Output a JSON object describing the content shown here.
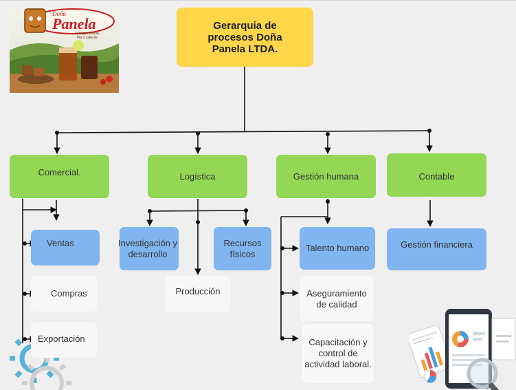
{
  "diagram": {
    "root": "Gerarquia de procesos Doña Panela LTDA.",
    "departments": {
      "comercial": "Comercial.",
      "logistica": "Logística",
      "gestion_humana": "Gestión humana",
      "contable": "Contable"
    },
    "comercial_children": {
      "ventas": "Ventas",
      "compras": "Compras",
      "exportacion": "Exportación"
    },
    "logistica_children": {
      "investigacion": "Investigación y desarrollo",
      "recursos": "Recursos físicos",
      "produccion": "Producción"
    },
    "gestion_humana_children": {
      "talento": "Talento humano",
      "aseguramiento": "Aseguramiento de calidad",
      "capacitacion": "Capacitación y control de actividad laboral."
    },
    "contable_children": {
      "gestion_financiera": "Gestión financiera"
    }
  },
  "logo": {
    "brand": "Doña Panela",
    "tagline_1": "Siempre buena...",
    "tagline_2": "fría o caliente"
  },
  "colors": {
    "root": "#ffd54a",
    "department": "#93d754",
    "primary_child": "#80b5ef",
    "secondary_child": "#f7f7f7",
    "connector": "#111111"
  },
  "icons": [
    "gear-icon",
    "report-documents-icon",
    "magnifier-icon",
    "brand-logo"
  ]
}
